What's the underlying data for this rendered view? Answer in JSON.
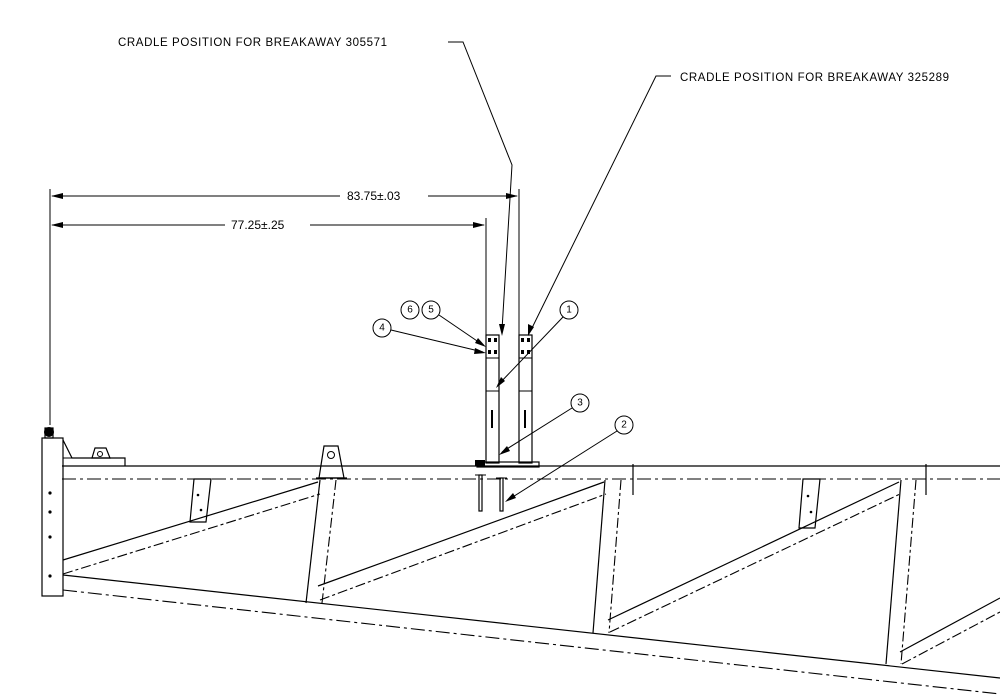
{
  "callouts": {
    "cradle_305571": "CRADLE POSITION FOR BREAKAWAY 305571",
    "cradle_325289": "CRADLE POSITION FOR BREAKAWAY 325289"
  },
  "dimensions": {
    "overall": "83.75±.03",
    "inner": "77.25±.25"
  },
  "balloons": {
    "b1": "1",
    "b2": "2",
    "b3": "3",
    "b4": "4",
    "b5": "5",
    "b6": "6"
  }
}
